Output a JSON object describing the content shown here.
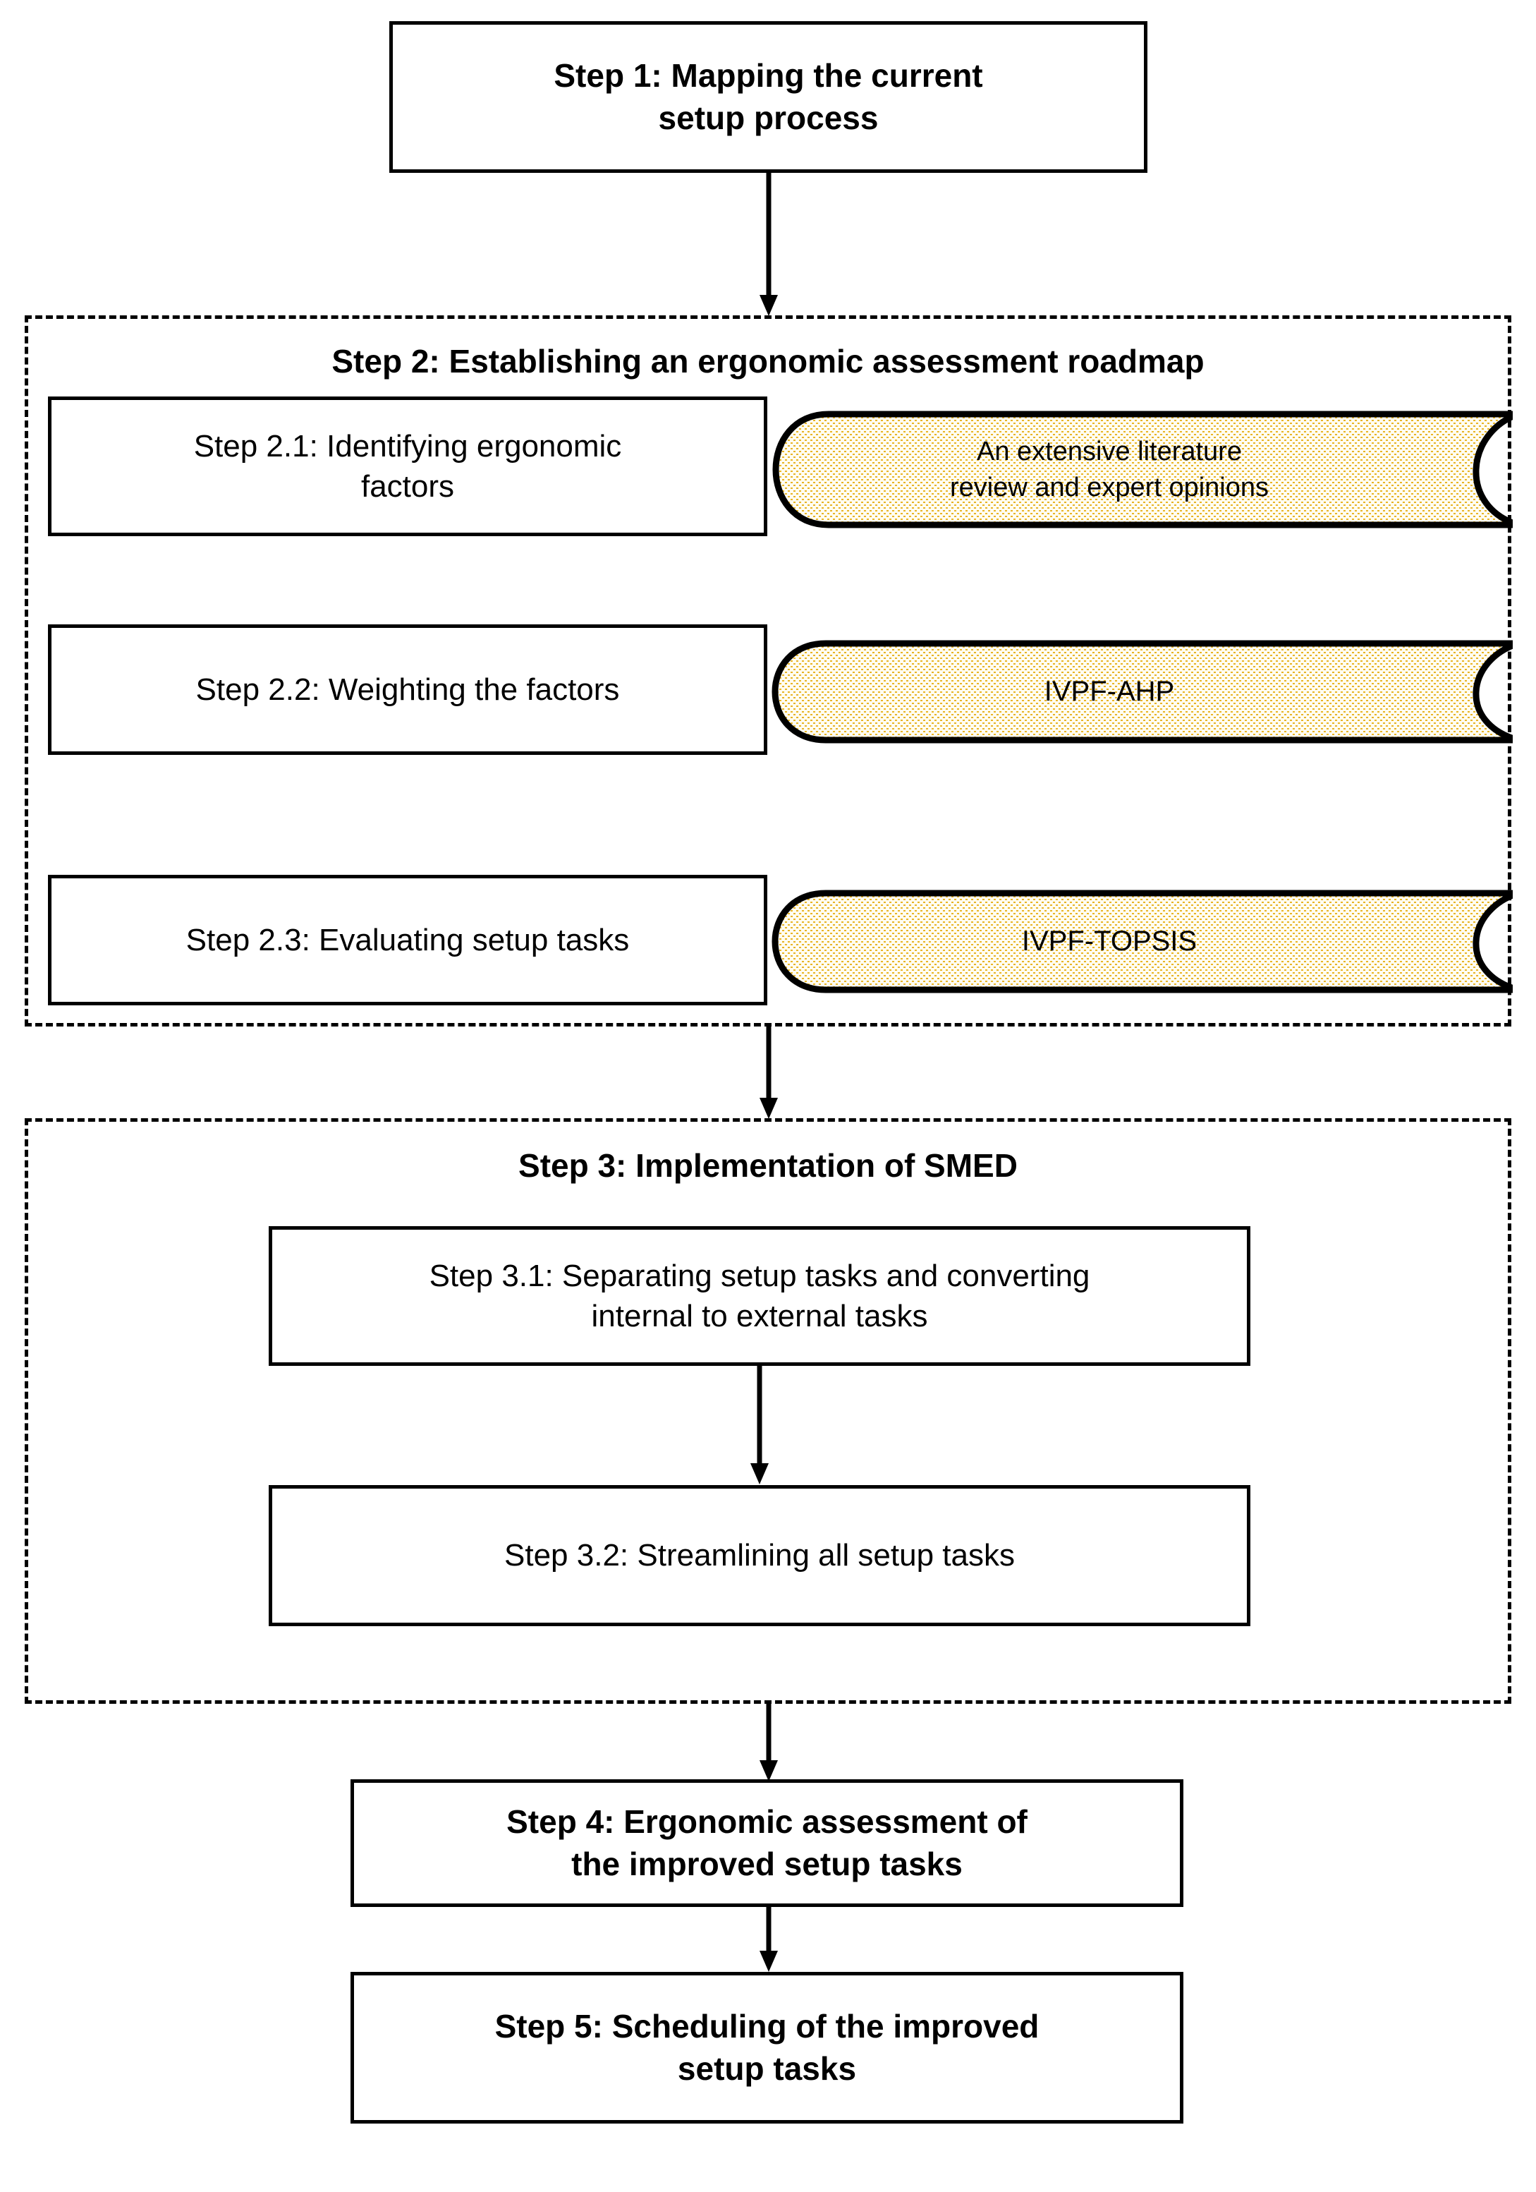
{
  "diagram": {
    "title": "Methodology flowchart",
    "colors": {
      "stroke": "#000000",
      "background": "#ffffff",
      "cylinder_fill": "#fdf6dd",
      "cylinder_pattern": "#e8b425"
    }
  },
  "step1": {
    "label": "Step 1: Mapping the current\nsetup process"
  },
  "step2": {
    "title": "Step 2: Establishing an ergonomic assessment roadmap",
    "rows": [
      {
        "task": "Step 2.1: Identifying ergonomic\nfactors",
        "method": "An extensive literature\nreview and expert opinions"
      },
      {
        "task": "Step 2.2: Weighting the factors",
        "method": "IVPF-AHP"
      },
      {
        "task": "Step 2.3: Evaluating setup tasks",
        "method": "IVPF-TOPSIS"
      }
    ]
  },
  "step3": {
    "title": "Step 3: Implementation of SMED",
    "substeps": [
      {
        "label": "Step 3.1: Separating setup tasks and converting\ninternal to external tasks"
      },
      {
        "label": "Step 3.2: Streamlining all setup tasks"
      }
    ]
  },
  "step4": {
    "label": "Step 4: Ergonomic assessment of\nthe improved setup tasks"
  },
  "step5": {
    "label": "Step 5: Scheduling of the improved\nsetup tasks"
  },
  "connectors": [
    {
      "name": "step1-to-step2"
    },
    {
      "name": "step2-to-step3"
    },
    {
      "name": "step3-1-to-step3-2"
    },
    {
      "name": "step3-to-step4"
    },
    {
      "name": "step4-to-step5"
    }
  ]
}
